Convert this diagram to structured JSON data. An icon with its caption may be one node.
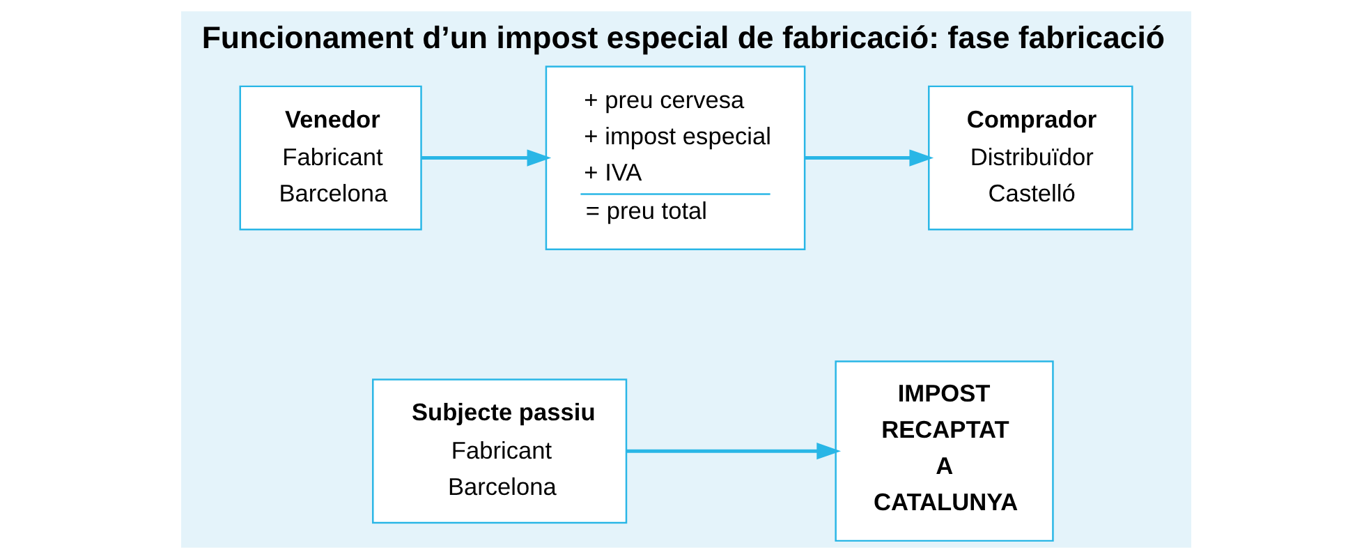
{
  "diagram": {
    "title": "Funcionament d’un impost especial de fabricació: fase fabricació",
    "nodes": [
      {
        "text": [
          "Venedor",
          "Fabricant Barcelona"
        ]
      },
      {
        "text": [
          "+ preu cervesa",
          "+ impost especial",
          "+ IVA",
          "= preu total"
        ]
      },
      {
        "text": [
          "Comprador",
          "Distribuïdor Castelló"
        ]
      },
      {
        "text": [
          "Subjecte passiu",
          "Fabricant Barcelona"
        ]
      },
      {
        "text": [
          "IMPOST RECAPTAT A CATALUNYA"
        ]
      }
    ],
    "edges": [
      {
        "from": 0,
        "to": 1,
        "arrow": "to"
      },
      {
        "from": 1,
        "to": 2,
        "arrow": "to"
      },
      {
        "from": 3,
        "to": 4,
        "arrow": "to"
      }
    ]
  }
}
